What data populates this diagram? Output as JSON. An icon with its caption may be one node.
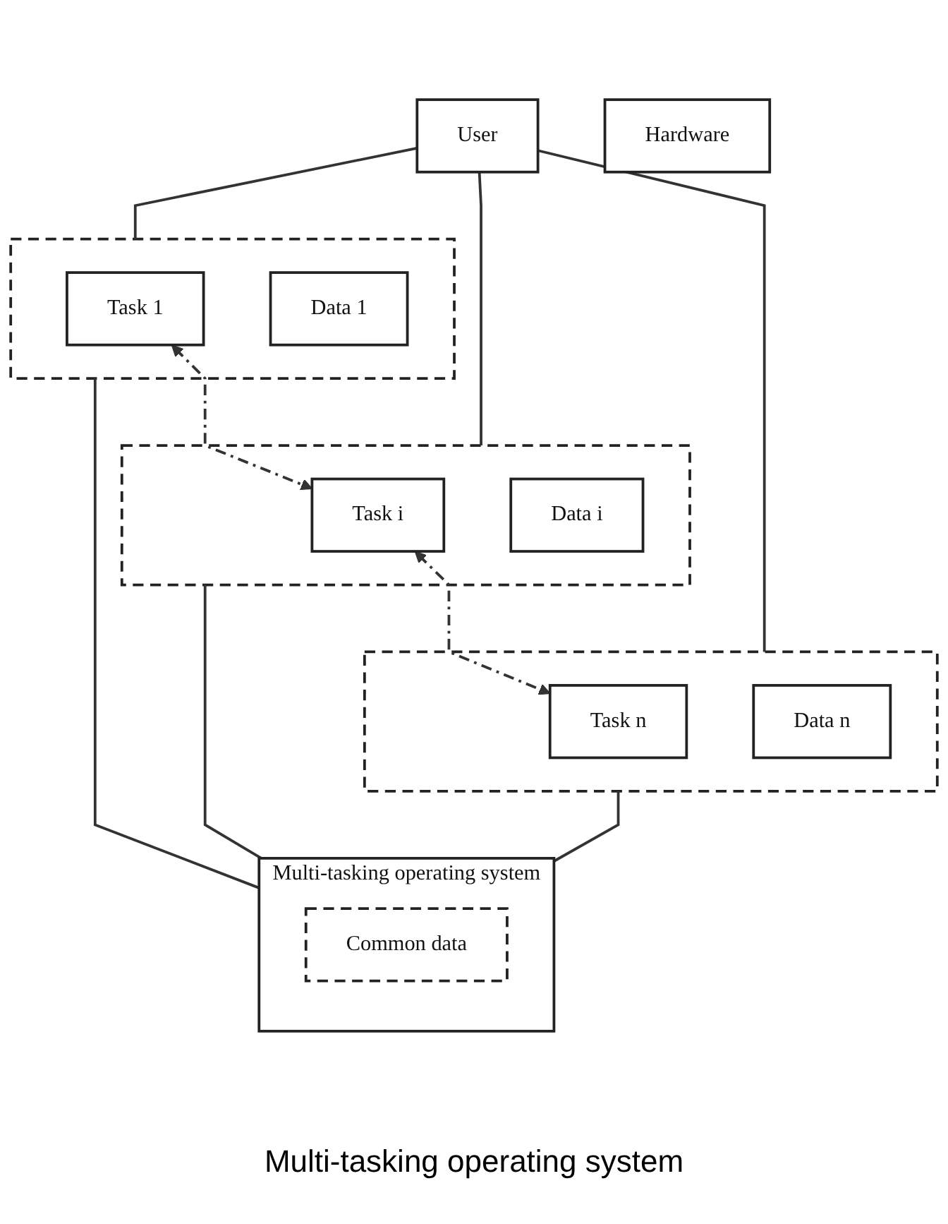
{
  "diagram": {
    "caption": "Multi-tasking operating system",
    "nodes": [
      {
        "text": [
          "User"
        ]
      },
      {
        "text": [],
        "shape": "box"
      },
      {
        "text": [
          "Task 1"
        ],
        "in": 1
      },
      {
        "text": [
          "Data 1"
        ],
        "in": 1
      },
      {
        "text": [],
        "shape": "box"
      },
      {
        "text": [
          "Task i"
        ],
        "in": 4
      },
      {
        "text": [
          "Data i"
        ],
        "in": 4
      },
      {
        "text": [],
        "shape": "box"
      },
      {
        "text": [
          "Task n"
        ],
        "in": 7
      },
      {
        "text": [
          "Data n"
        ],
        "in": 7
      },
      {
        "text": [
          "Multi-tasking operating system"
        ]
      },
      {
        "text": [
          "Common data"
        ],
        "in": 10
      },
      {
        "text": [
          "Hardware"
        ]
      }
    ],
    "edges": [
      {
        "from": 0,
        "to": 1,
        "arrow": "none"
      },
      {
        "from": 0,
        "to": 4,
        "arrow": "none"
      },
      {
        "from": 0,
        "to": 7,
        "arrow": "none"
      },
      {
        "from": 2,
        "to": 5,
        "arrow": "both",
        "style": "dashed"
      },
      {
        "from": 5,
        "to": 8,
        "arrow": "both",
        "style": "dashed"
      },
      {
        "from": 1,
        "to": 10,
        "arrow": "none"
      },
      {
        "from": 4,
        "to": 10,
        "arrow": "none"
      },
      {
        "from": 7,
        "to": 10,
        "arrow": "none"
      }
    ]
  }
}
